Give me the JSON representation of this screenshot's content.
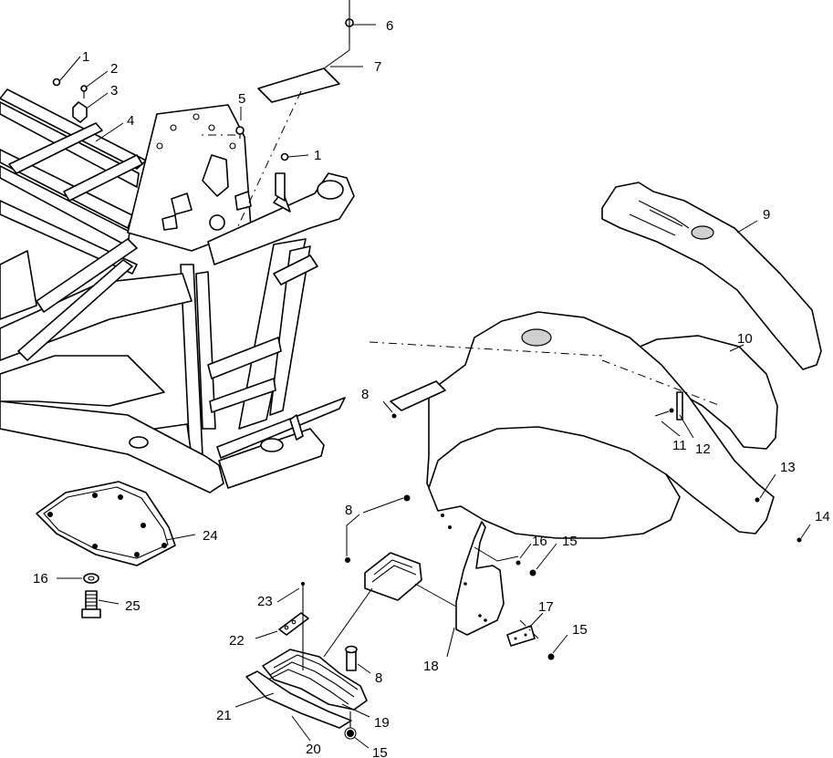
{
  "callouts": {
    "c1a": "1",
    "c2": "2",
    "c3": "3",
    "c4": "4",
    "c5": "5",
    "c6": "6",
    "c7": "7",
    "c1b": "1",
    "c9": "9",
    "c10": "10",
    "c8a": "8",
    "c11": "11",
    "c12": "12",
    "c13": "13",
    "c14": "14",
    "c8b": "8",
    "c16a": "16",
    "c15a": "15",
    "c17": "17",
    "c15b": "15",
    "c18": "18",
    "c24": "24",
    "c16b": "16",
    "c25": "25",
    "c23": "23",
    "c22": "22",
    "c8c": "8",
    "c21": "21",
    "c19": "19",
    "c20": "20",
    "c15c": "15"
  }
}
